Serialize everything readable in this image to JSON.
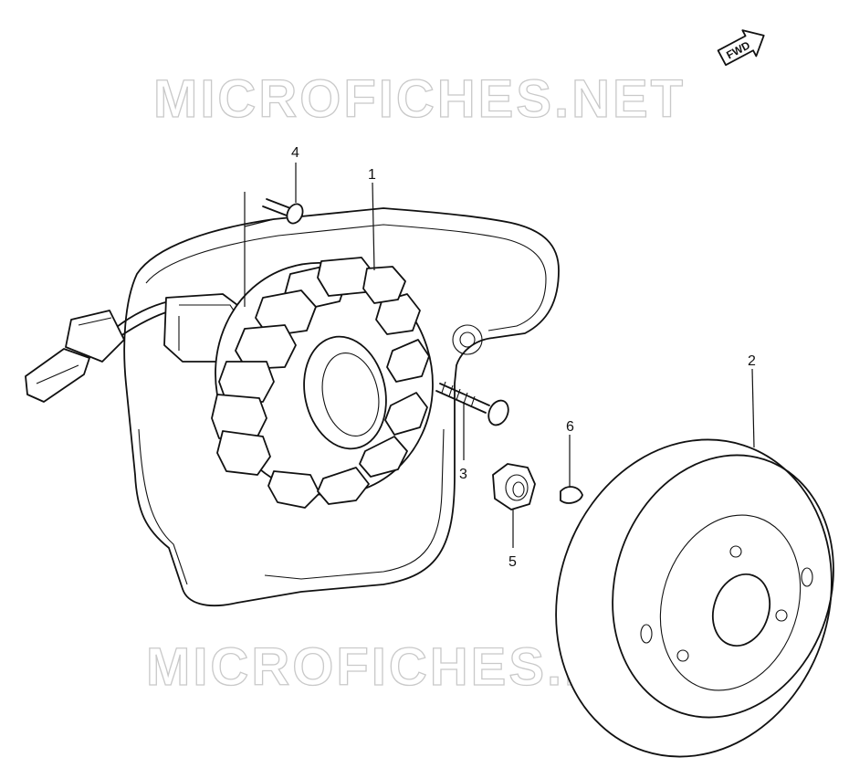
{
  "watermark": {
    "text_top": "MICROFICHES.NET",
    "text_bottom": "MICROFICHES.NET"
  },
  "direction_badge": {
    "text": "FWD",
    "icon": "forward-arrow-icon"
  },
  "callouts": [
    {
      "id": "1",
      "text": "1"
    },
    {
      "id": "2",
      "text": "2"
    },
    {
      "id": "3",
      "text": "3"
    },
    {
      "id": "4",
      "text": "4"
    },
    {
      "id": "5",
      "text": "5"
    },
    {
      "id": "6",
      "text": "6"
    }
  ],
  "colors": {
    "line": "#111111",
    "watermark": "#c9c9c9",
    "background": "#ffffff"
  }
}
